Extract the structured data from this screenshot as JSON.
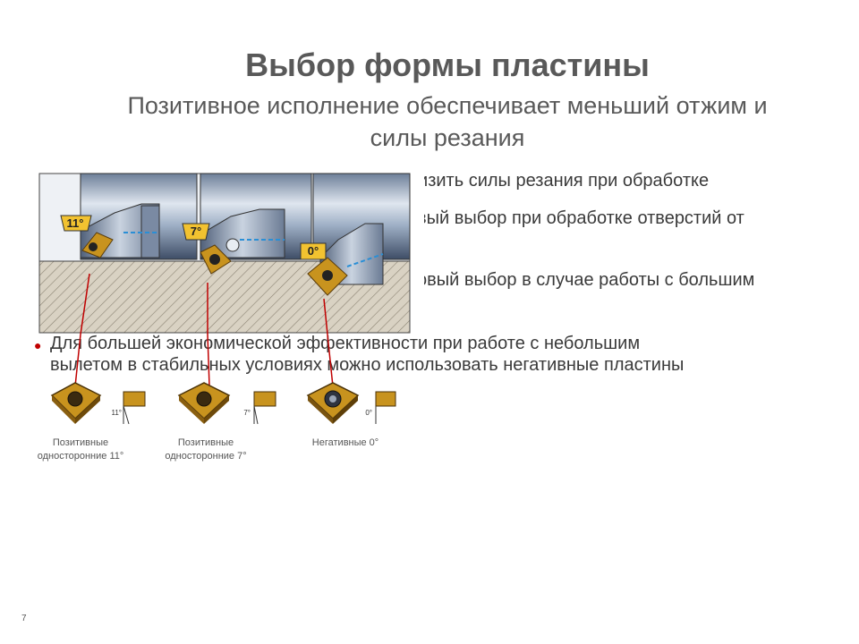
{
  "slide": {
    "title": "Выбор формы пластины",
    "subtitle_line1": "Позитивное исполнение обеспечивает меньший отжим и",
    "subtitle_line2": "силы резания",
    "partial_lines": [
      "низить силы резания при обработке",
      "вый выбор при обработке отверстий от",
      "овый выбор в случае работы с большим"
    ],
    "bullet_line1": "Для большей экономической эффективности при работе с небольшим",
    "bullet_line2": "вылетом в стабильных условиях  можно использовать негативные пластины",
    "page_number": "7"
  },
  "illustration": {
    "tools": [
      {
        "angle_label": "11°"
      },
      {
        "angle_label": "7°"
      },
      {
        "angle_label": "0°"
      }
    ]
  },
  "inserts": [
    {
      "angle": "11°",
      "caption_line1": "Позитивные",
      "caption_line2": "односторонние 11°"
    },
    {
      "angle": "7°",
      "caption_line1": "Позитивные",
      "caption_line2": "односторонние 7°"
    },
    {
      "angle": "0°",
      "caption_line1": "Негативные 0°",
      "caption_line2": ""
    }
  ],
  "colors": {
    "accent_red": "#c00000",
    "insert_gold": "#c8931e",
    "label_yellow": "#f2c230"
  }
}
